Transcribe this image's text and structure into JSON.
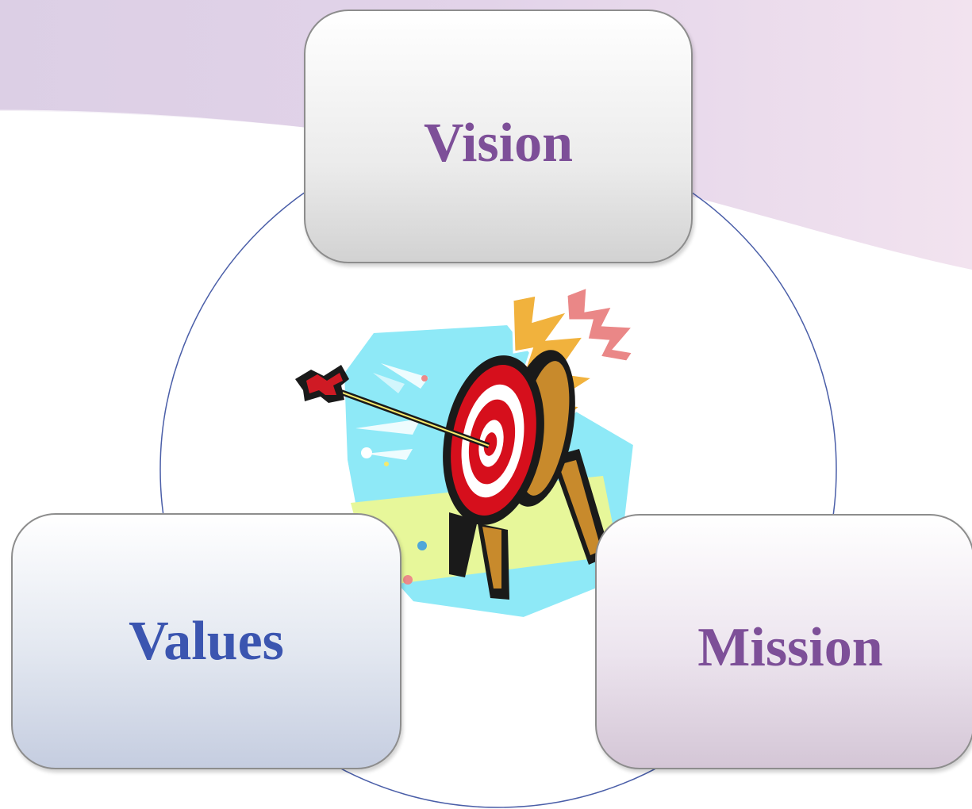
{
  "diagram": {
    "top_box": {
      "label": "Vision"
    },
    "left_box": {
      "label": "Values"
    },
    "right_box": {
      "label": "Mission"
    },
    "center_icon": "target-with-arrow-icon"
  },
  "colors": {
    "vision_text": "#7d4f98",
    "values_text": "#3b55b0",
    "mission_text": "#7d4f98",
    "circle_stroke": "#4a5ea8",
    "target_red": "#d60f1c",
    "flash_orange": "#f1b23d",
    "flash_pink": "#ea8787",
    "splash_cyan": "#8ee9f7",
    "splash_lime": "#e7f79a"
  }
}
